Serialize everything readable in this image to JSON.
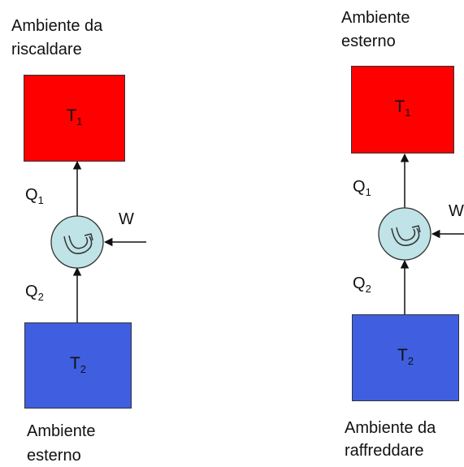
{
  "left_panel": {
    "top_label": [
      "Ambiente da",
      "riscaldare"
    ],
    "hot_box": {
      "letter": "T",
      "sub": "1",
      "color": "#ff0000"
    },
    "q1": {
      "letter": "Q",
      "sub": "1"
    },
    "q2": {
      "letter": "Q",
      "sub": "2"
    },
    "work": "W",
    "cold_box": {
      "letter": "T",
      "sub": "2",
      "color": "#3f5fe0"
    },
    "bottom_label": [
      "Ambiente",
      "esterno"
    ]
  },
  "right_panel": {
    "top_label": [
      "Ambiente",
      "esterno"
    ],
    "hot_box": {
      "letter": "T",
      "sub": "1",
      "color": "#ff0000"
    },
    "q1": {
      "letter": "Q",
      "sub": "1"
    },
    "q2": {
      "letter": "Q",
      "sub": "2"
    },
    "work": "W",
    "cold_box": {
      "letter": "T",
      "sub": "2",
      "color": "#3f5fe0"
    },
    "bottom_label": [
      "Ambiente da",
      "raffreddare"
    ]
  },
  "colors": {
    "machine_fill": "#bfe3e6",
    "arrow": "#111111"
  }
}
